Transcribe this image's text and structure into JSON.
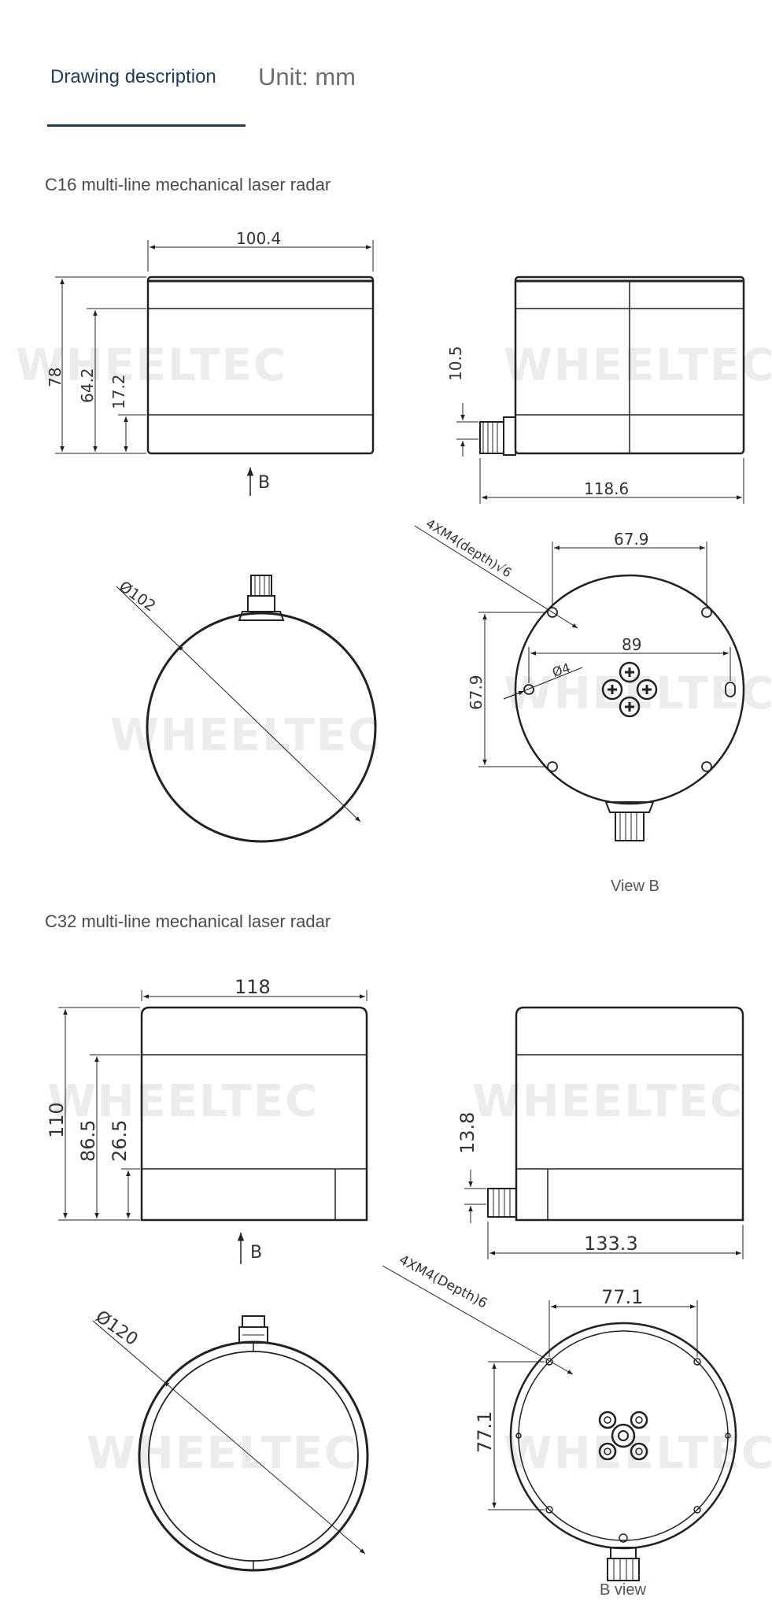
{
  "header": {
    "description_label": "Drawing description",
    "unit_label": "Unit: mm"
  },
  "watermark": "WHEELTEC",
  "sections": [
    {
      "title": "C16 multi-line mechanical laser radar",
      "dims": {
        "width": "100.4",
        "height_total": "78",
        "height_mid": "64.2",
        "height_base": "17.2",
        "connector_height": "10.5",
        "width_with_connector": "118.6",
        "diameter": "Ø102",
        "hole_spacing_top": "67.9",
        "hole_spacing_side": "67.9",
        "slot_spacing": "89",
        "hole_diameter": "Ø4",
        "mount_holes": "4XM4(depth)√6"
      },
      "view_arrow_label": "B",
      "view_caption": "View B"
    },
    {
      "title": "C32 multi-line mechanical laser radar",
      "dims": {
        "width": "118",
        "height_total": "110",
        "height_mid": "86.5",
        "height_base": "26.5",
        "connector_height": "13.8",
        "width_with_connector": "133.3",
        "diameter": "Ø120",
        "hole_spacing_top": "77.1",
        "hole_spacing_side": "77.1",
        "mount_holes": "4XM4(Depth)6"
      },
      "view_arrow_label": "B",
      "view_caption": "B view"
    }
  ],
  "colors": {
    "title_accent": "#1f3b5c",
    "line": "#222222",
    "watermark": "#ececec"
  }
}
